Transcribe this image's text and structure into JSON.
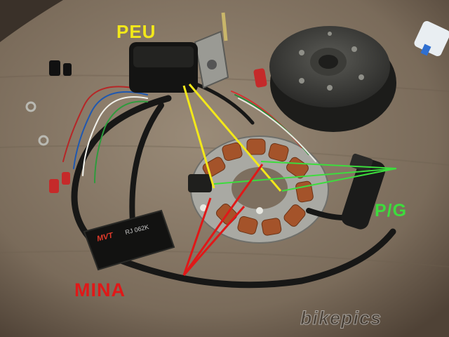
{
  "labels": {
    "peu": "PEU",
    "pg": "P/G",
    "mina": "MINA"
  },
  "colors": {
    "peu": "#f2e81a",
    "pg": "#3ddc3d",
    "mina": "#e01818"
  },
  "cdi": {
    "brand": "MVT",
    "model": "RJ 062K"
  },
  "watermark": "bikepics"
}
